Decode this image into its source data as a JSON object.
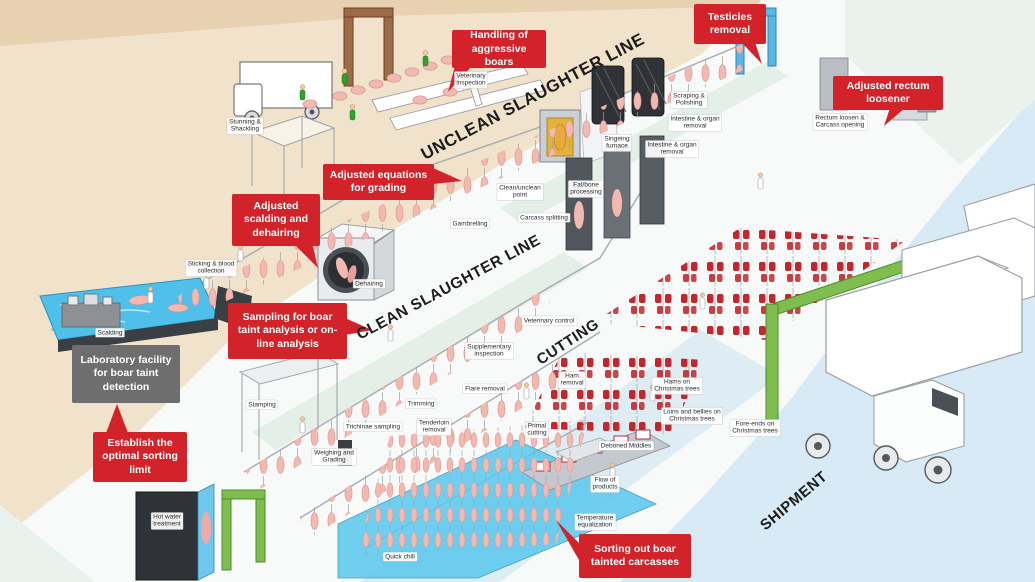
{
  "colors": {
    "callout_red": "#D2232A",
    "lab_gray": "#6E6E6E",
    "beige": "#F1E2CB",
    "road": "#E7D1B0",
    "hall": "#F8FAF9",
    "pale_green": "#E4EFE7",
    "pale_blue": "#DEEDF3",
    "shipment_blue": "#D8EAF5",
    "corner_teal": "#E9F2EC",
    "water": "#4FC0EA",
    "pool": "#59C8EE",
    "gate_green": "#7FBE4E",
    "gate_blue": "#58B7E3",
    "gate_brown": "#9C6B45",
    "carcass_pink": "#F3B9B1",
    "meat_red": "#C1272D",
    "machine_dark": "#2F3337",
    "machine_gray": "#C9CFD4"
  },
  "zones": {
    "unclean": "UNCLEAN SLAUGHTER LINE",
    "clean": "CLEAN SLAUGHTER LINE",
    "cutting": "CUTTING",
    "shipment": "SHIPMENT"
  },
  "callouts": {
    "handling_aggressive_boars": "Handling of\naggressive boars",
    "testicles_removal": "Testicles\nremoval",
    "adjusted_rectum_loosener": "Adjusted rectum\nloosener",
    "adjusted_equations_grading": "Adjusted equations\nfor grading",
    "adjusted_scalding_dehairing": "Adjusted\nscalding and\ndehairing",
    "sampling_boar_taint": "Sampling for boar\ntaint analysis or on-\nline analysis",
    "establish_sorting_limit": "Establish the\noptimal sorting\nlimit",
    "sorting_out_tainted": "Sorting out boar\ntainted carcasses",
    "laboratory_facility": "Laboratory facility\nfor boar taint\ndetection"
  },
  "stations": {
    "stunning": "Stunning &\nShackling",
    "vet_inspection": "Veterinary\ninspection",
    "sticking": "Sticking & blood\ncollection",
    "scalding": "Scalding",
    "dehairing": "Dehairing",
    "gambrelling": "Gambrelling",
    "clean_unclean": "Clean/unclean\npoint",
    "singeing": "Singeing\nfurnace",
    "scraping": "Scraping &\nPolishing",
    "intestine1": "Intestine & organ\nremoval",
    "intestine2": "Intestine & organ\nremoval",
    "rectum_opening": "Rectum loosen &\nCarcass opening",
    "fat_bone": "Fat/bone\nprocessing",
    "splitting": "Carcass splitting",
    "vet_control": "Veterinary control",
    "supplementary": "Supplementary\ninspection",
    "flare": "Flare removal",
    "trimming": "Trimming",
    "tenderloin": "Tenderloin\nremoval",
    "trichinae": "Trichinae sampling",
    "stamping": "Stamping",
    "weighing": "Weighing and\nGrading",
    "hot_water": "Hot water\ntreatment",
    "quick_chill": "Quick chill",
    "ham_removal": "Ham\nremoval",
    "hams_trees": "Hams on\nChristmas trees",
    "loins_trees": "Loins and bellies on\nChristmas trees",
    "fore_ends_trees": "Fore-ends on\nChristmas trees",
    "primal": "Primal\ncutting",
    "deboned": "Deboned Middles",
    "flow": "Flow of\nproducts",
    "temp_eq": "Temperature\nequalization"
  }
}
